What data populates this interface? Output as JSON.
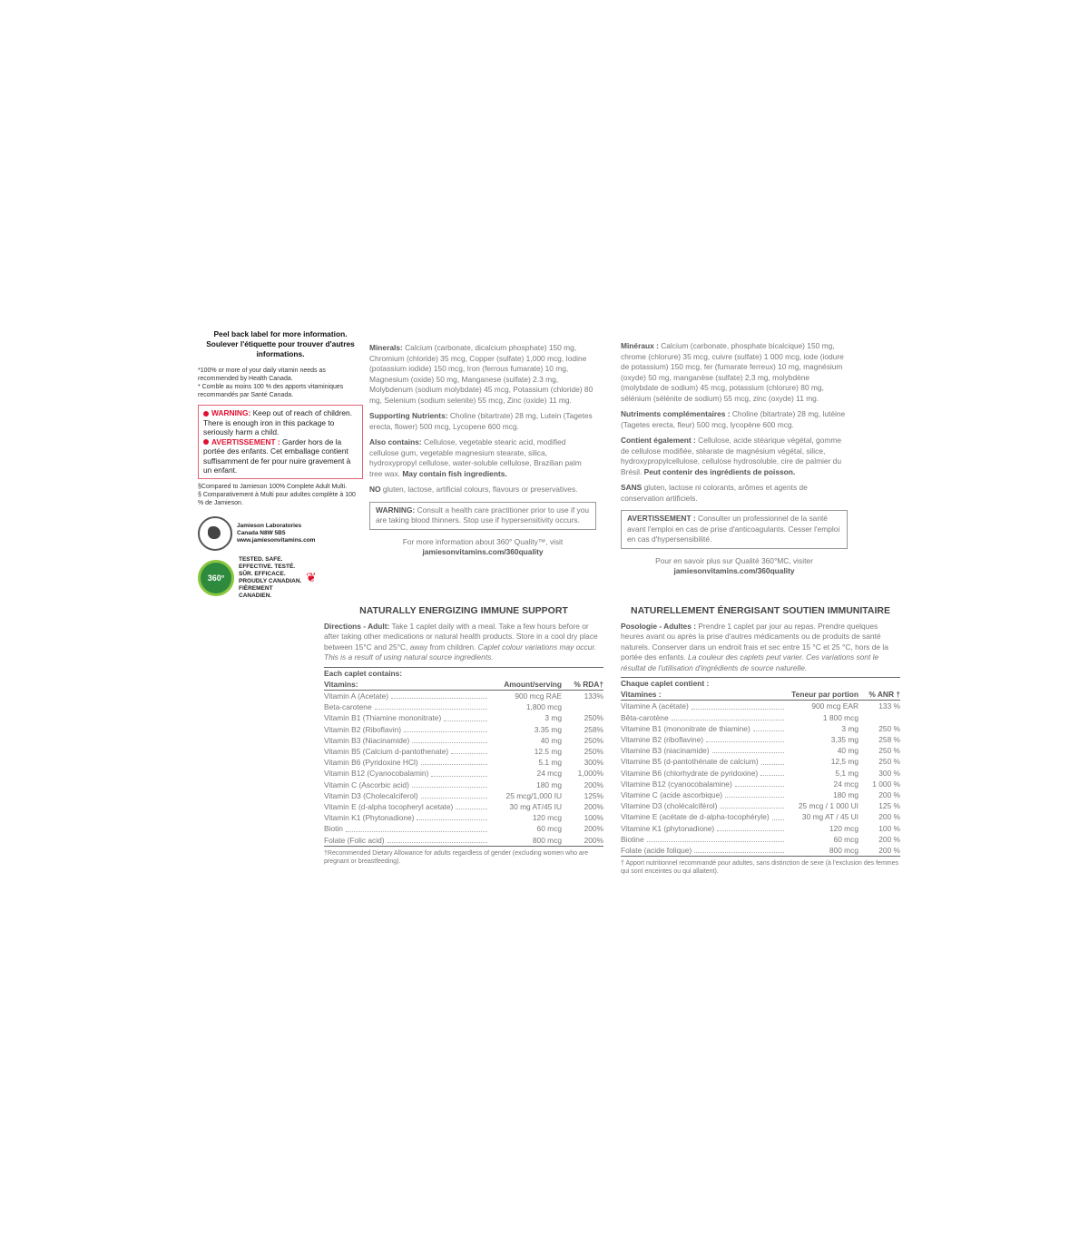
{
  "left": {
    "peel_back": "Peel back label for more information. Soulever l'étiquette pour trouver d'autres informations.",
    "daily_needs_en": "*100% or more of your daily vitamin needs as recommended by Health Canada.",
    "daily_needs_fr": "* Comble au moins 100 % des apports vitaminiques recommandés par Santé Canada.",
    "warning_label_en": "WARNING:",
    "warning_text_en": "Keep out of reach of children. There is enough iron in this package to seriously harm a child.",
    "warning_label_fr": "AVERTISSEMENT :",
    "warning_text_fr": "Garder hors de la portée des enfants. Cet emballage contient suffisamment de fer pour nuire gravement à un enfant.",
    "compare_en": "§Compared to Jamieson 100% Complete Adult Multi.",
    "compare_fr": "§ Comparativement à Multi pour adultes complète à 100 % de Jamieson.",
    "company": "Jamieson Laboratories Canada N8W 5B5 www.jamiesonvitamins.com",
    "tested": "TESTED. SAFE. EFFECTIVE. TESTÉ. SÛR. EFFICACE. PROUDLY CANADIAN. FIÈREMENT CANADIEN.",
    "badge_360": "360°",
    "icons": {
      "jamieson": "jamieson-logo-icon",
      "quality": "360-quality-icon",
      "maple": "maple-leaf-icon"
    },
    "accent_color": "#e0102f"
  },
  "en_upper": {
    "minerals_label": "Minerals:",
    "minerals_text": "Calcium (carbonate, dicalcium phosphate) 150 mg, Chromium (chloride) 35 mcg, Copper (sulfate) 1,000 mcg, Iodine (potassium iodide) 150 mcg, Iron (ferrous fumarate) 10 mg, Magnesium (oxide) 50 mg, Manganese (sulfate) 2.3 mg, Molybdenum (sodium molybdate) 45 mcg, Potassium (chloride) 80 mg, Selenium (sodium selenite) 55 mcg, Zinc (oxide) 11 mg.",
    "supporting_label": "Supporting Nutrients:",
    "supporting_text": "Choline (bitartrate) 28 mg, Lutein (Tagetes erecta, flower) 500 mcg, Lycopene 600 mcg.",
    "also_label": "Also contains:",
    "also_text": "Cellulose, vegetable stearic acid, modified cellulose gum, vegetable magnesium stearate, silica, hydroxypropyl cellulose, water-soluble cellulose, Brazilian palm tree wax.",
    "fish": "May contain fish ingredients.",
    "no_label": "NO",
    "no_text": "gluten, lactose, artificial colours, flavours or preservatives.",
    "warning_label": "WARNING:",
    "warning_text": "Consult a health care practitioner prior to use if you are taking blood thinners. Stop use if hypersensitivity occurs.",
    "more_info": "For more information about 360° Quality™, visit",
    "url": "jamiesonvitamins.com/360quality"
  },
  "fr_upper": {
    "minerals_label": "Minéraux :",
    "minerals_text": "Calcium (carbonate, phosphate bicalcique) 150 mg, chrome (chlorure) 35 mcg, cuivre (sulfate) 1 000 mcg, iode (iodure de potassium) 150 mcg, fer (fumarate ferreux) 10 mg, magnésium (oxyde) 50 mg, manganèse (sulfate) 2,3 mg, molybdène (molybdate de sodium) 45 mcg, potassium (chlorure) 80 mg, sélénium (sélénite de sodium) 55 mcg, zinc (oxyde) 11 mg.",
    "supporting_label": "Nutriments complémentaires :",
    "supporting_text": "Choline (bitartrate) 28 mg, lutéine (Tagetes erecta, fleur) 500 mcg, lycopène 600 mcg.",
    "also_label": "Contient également :",
    "also_text": "Cellulose, acide stéarique végétal, gomme de cellulose modifiée, stéarate de magnésium végétal, silice, hydroxypropylcellulose, cellulose hydrosoluble, cire de palmier du Brésil.",
    "fish": "Peut contenir des ingrédients de poisson.",
    "no_label": "SANS",
    "no_text": "gluten, lactose ni colorants, arômes et agents de conservation artificiels.",
    "warning_label": "AVERTISSEMENT :",
    "warning_text": "Consulter un professionnel de la santé avant l'emploi en cas de prise d'anticoagulants. Cesser l'emploi en cas d'hypersensibilité.",
    "more_info": "Pour en savoir plus sur Qualité 360°MC, visiter",
    "url": "jamiesonvitamins.com/360quality"
  },
  "en_lower": {
    "heading": "NATURALLY ENERGIZING IMMUNE SUPPORT",
    "directions_label": "Directions - Adult:",
    "directions_text": "Take 1 caplet daily with a meal. Take a few hours before or after taking other medications or natural health products. Store in a cool dry place between 15°C and 25°C, away from children.",
    "directions_italic": "Caplet colour variations may occur. This is a result of using natural source ingredients.",
    "each": "Each caplet contains:",
    "col_vitamins": "Vitamins:",
    "col_amount": "Amount/serving",
    "col_pct": "% RDA†",
    "rows": [
      {
        "name": "Vitamin A (Acetate)",
        "amount": "900 mcg RAE",
        "pct": "133%"
      },
      {
        "name": "Beta-carotene",
        "amount": "1,800 mcg",
        "pct": ""
      },
      {
        "name": "Vitamin B1 (Thiamine mononitrate)",
        "amount": "3 mg",
        "pct": "250%"
      },
      {
        "name": "Vitamin B2 (Riboflavin)",
        "amount": "3.35 mg",
        "pct": "258%"
      },
      {
        "name": "Vitamin B3 (Niacinamide)",
        "amount": "40 mg",
        "pct": "250%"
      },
      {
        "name": "Vitamin B5 (Calcium d-pantothenate)",
        "amount": "12.5 mg",
        "pct": "250%"
      },
      {
        "name": "Vitamin B6 (Pyridoxine HCl)",
        "amount": "5.1 mg",
        "pct": "300%"
      },
      {
        "name": "Vitamin B12 (Cyanocobalamin)",
        "amount": "24 mcg",
        "pct": "1,000%"
      },
      {
        "name": "Vitamin C (Ascorbic acid)",
        "amount": "180 mg",
        "pct": "200%"
      },
      {
        "name": "Vitamin D3 (Cholecalciferol)",
        "amount": "25 mcg/1,000 IU",
        "pct": "125%"
      },
      {
        "name": "Vitamin E (d-alpha tocopheryl acetate)",
        "amount": "30 mg AT/45 IU",
        "pct": "200%"
      },
      {
        "name": "Vitamin K1 (Phytonadione)",
        "amount": "120 mcg",
        "pct": "100%"
      },
      {
        "name": "Biotin",
        "amount": "60 mcg",
        "pct": "200%"
      },
      {
        "name": "Folate (Folic acid)",
        "amount": "800 mcg",
        "pct": "200%"
      }
    ],
    "footnote": "†Recommended Dietary Allowance for adults regardless of gender (excluding women who are pregnant or breastfeeding)."
  },
  "fr_lower": {
    "heading": "NATURELLEMENT ÉNERGISANT SOUTIEN IMMUNITAIRE",
    "directions_label": "Posologie - Adultes :",
    "directions_text": "Prendre 1 caplet par jour au repas. Prendre quelques heures avant ou après la prise d'autres médicaments ou de produits de santé naturels. Conserver dans un endroit frais et sec entre 15 °C et 25 °C, hors de la portée des enfants.",
    "directions_italic": "La couleur des caplets peut varier. Ces variations sont le résultat de l'utilisation d'ingrédients de source naturelle.",
    "each": "Chaque caplet contient :",
    "col_vitamins": "Vitamines :",
    "col_amount": "Teneur par portion",
    "col_pct": "% ANR †",
    "rows": [
      {
        "name": "Vitamine A (acétate)",
        "amount": "900 mcg EAR",
        "pct": "133 %"
      },
      {
        "name": "Bêta-carotène",
        "amount": "1 800 mcg",
        "pct": ""
      },
      {
        "name": "Vitamine B1 (mononitrate de thiamine)",
        "amount": "3 mg",
        "pct": "250 %"
      },
      {
        "name": "Vitamine B2 (riboflavine)",
        "amount": "3,35 mg",
        "pct": "258 %"
      },
      {
        "name": "Vitamine B3 (niacinamide)",
        "amount": "40 mg",
        "pct": "250 %"
      },
      {
        "name": "Vitamine B5 (d-pantothénate de calcium)",
        "amount": "12,5 mg",
        "pct": "250 %"
      },
      {
        "name": "Vitamine B6 (chlorhydrate de pyridoxine)",
        "amount": "5,1 mg",
        "pct": "300 %"
      },
      {
        "name": "Vitamine B12 (cyanocobalamine)",
        "amount": "24 mcg",
        "pct": "1 000 %"
      },
      {
        "name": "Vitamine C (acide ascorbique)",
        "amount": "180 mg",
        "pct": "200 %"
      },
      {
        "name": "Vitamine D3 (cholécalciférol)",
        "amount": "25 mcg / 1 000 UI",
        "pct": "125 %"
      },
      {
        "name": "Vitamine E (acétate de d-alpha-tocophéryle)",
        "amount": "30 mg AT / 45 UI",
        "pct": "200 %"
      },
      {
        "name": "Vitamine K1 (phytonadione)",
        "amount": "120 mcg",
        "pct": "100 %"
      },
      {
        "name": "Biotine",
        "amount": "60 mcg",
        "pct": "200 %"
      },
      {
        "name": "Folate (acide folique)",
        "amount": "800 mcg",
        "pct": "200 %"
      }
    ],
    "footnote": "† Apport nutritionnel recommandé pour adultes, sans distinction de sexe (à l'exclusion des femmes qui sont enceintes ou qui allaitent)."
  }
}
